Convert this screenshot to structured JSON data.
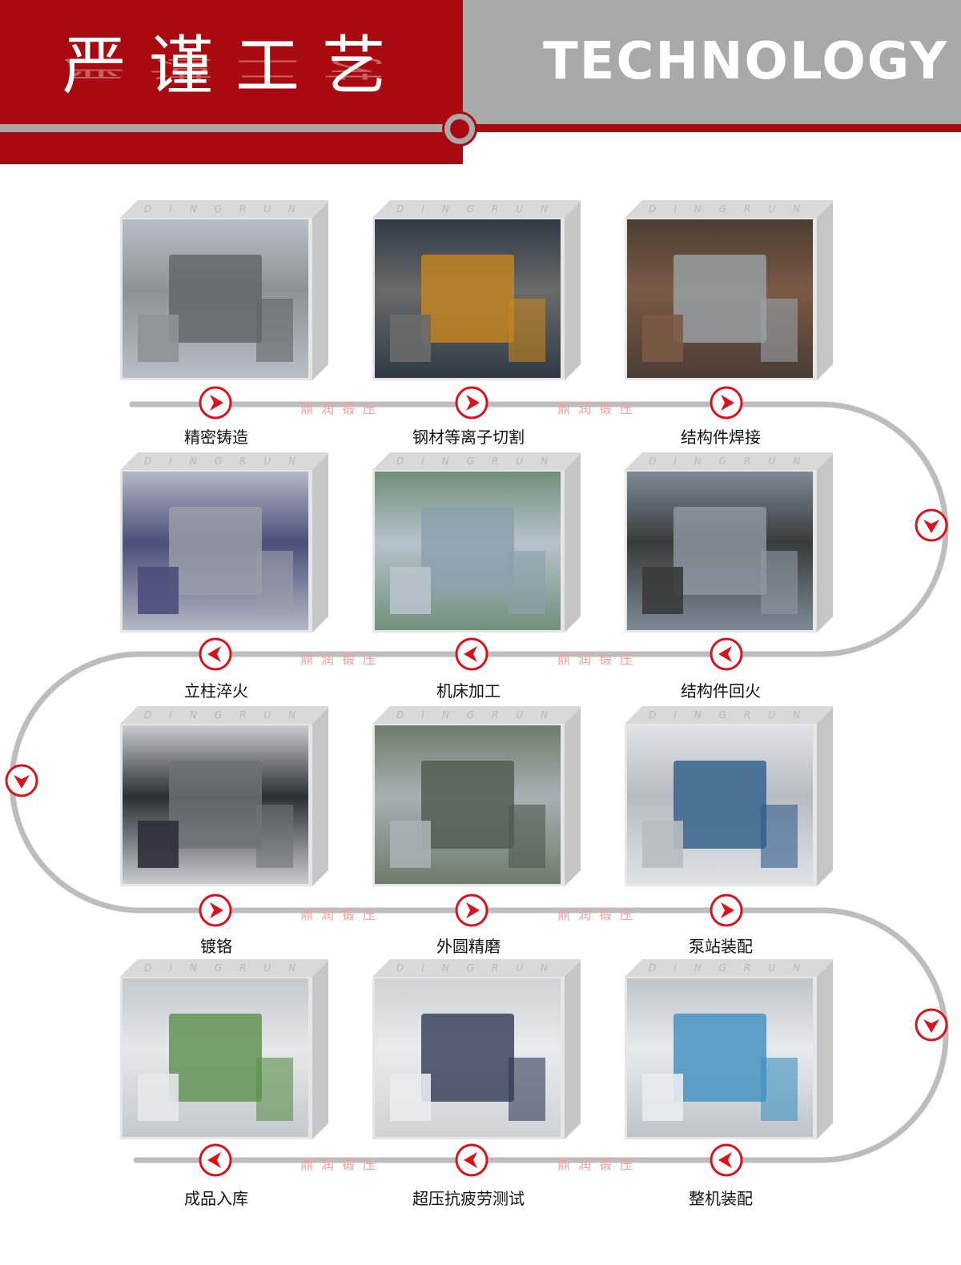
{
  "header": {
    "title_cn": "严谨工艺",
    "title_en": "TECHNOLOGY"
  },
  "watermark": "鼎润锻压",
  "card_brand": "DINGRUN",
  "steps": [
    {
      "label": "精密铸造",
      "icon": "arrow-right-icon"
    },
    {
      "label": "钢材等离子切割",
      "icon": "arrow-right-icon"
    },
    {
      "label": "结构件焊接",
      "icon": "arrow-right-icon"
    },
    {
      "label": "结构件回火",
      "icon": "arrow-left-icon"
    },
    {
      "label": "机床加工",
      "icon": "arrow-left-icon"
    },
    {
      "label": "立柱淬火",
      "icon": "arrow-left-icon"
    },
    {
      "label": "镀铬",
      "icon": "arrow-right-icon"
    },
    {
      "label": "外圆精磨",
      "icon": "arrow-right-icon"
    },
    {
      "label": "泵站装配",
      "icon": "arrow-right-icon"
    },
    {
      "label": "整机装配",
      "icon": "arrow-left-icon"
    },
    {
      "label": "超压抗疲劳测试",
      "icon": "arrow-left-icon"
    },
    {
      "label": "成品入库",
      "icon": "arrow-left-icon"
    }
  ],
  "colors": {
    "brand_red": "#a80a0f",
    "header_gray": "#a9a9a9",
    "arrow_red": "#d9121b",
    "path_gray": "#bdbdbd"
  }
}
